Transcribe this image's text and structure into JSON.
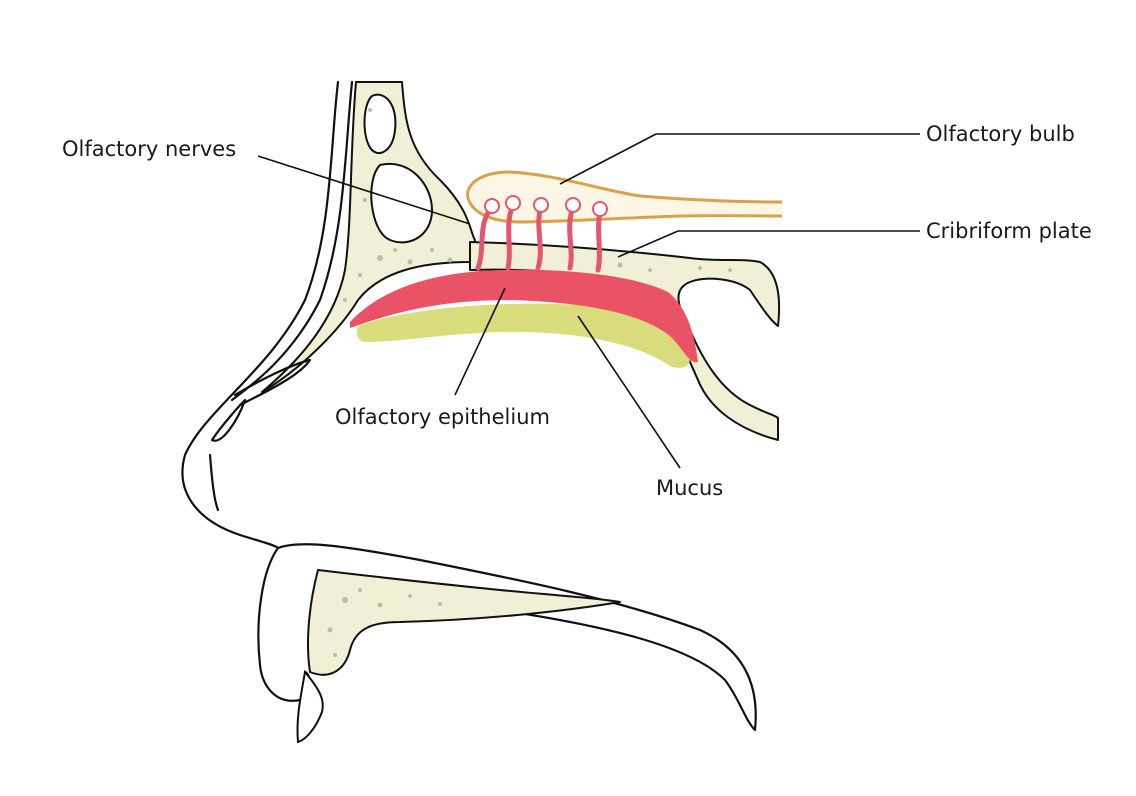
{
  "labels": {
    "olfactory_nerves": "Olfactory nerves",
    "olfactory_bulb": "Olfactory bulb",
    "cribriform_plate": "Cribriform plate",
    "olfactory_epithelium": "Olfactory epithelium",
    "mucus": "Mucus"
  },
  "colors": {
    "bone_fill": "#f1f0d6",
    "bone_speckle": "#bdbcaa",
    "bulb_outline": "#d9a24a",
    "bulb_fill": "#fbf6e6",
    "nerve_pink": "#e4566c",
    "epithelium_red": "#ea5366",
    "mucus_yellow": "#d9dc7a",
    "line_black": "#111111"
  }
}
